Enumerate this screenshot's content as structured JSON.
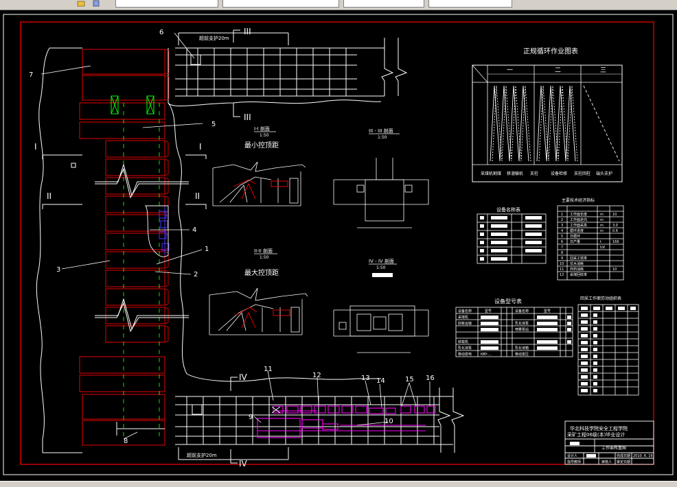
{
  "toolbar": {
    "fields": [
      "",
      "",
      "",
      "",
      "",
      ""
    ]
  },
  "drawing": {
    "labels": {
      "n1": "1",
      "n2": "2",
      "n3": "3",
      "n4": "4",
      "n5": "5",
      "n6": "6",
      "n7": "7",
      "n8": "8",
      "n9": "9",
      "n10": "10",
      "n11": "11",
      "n12": "12",
      "n13": "13",
      "n14": "14",
      "n15": "15",
      "n16": "16",
      "sec1L": "I",
      "sec1R": "I",
      "sec2L": "II",
      "sec2R": "II",
      "sec3T": "III",
      "sec3B": "III",
      "sec4T": "IV",
      "sec4B": "IV",
      "supportTop": "超前支护20m",
      "supportBottom": "超前支护20m"
    },
    "views": {
      "topView": "I-I 剖面",
      "topScale": "1:50",
      "topTitle": "最小控顶距",
      "bottomView": "II-II 剖面",
      "bottomScale": "1:50",
      "bottomTitle": "最大控顶距",
      "sec3": "III - III 剖面",
      "sec3Scale": "1:50",
      "sec4": "IV - IV 剖面",
      "sec4Scale": "1:50"
    },
    "cycleChart": {
      "title": "正规循环作业图表",
      "col1": "一",
      "col2": "二",
      "col3": "三",
      "legend": [
        "采煤机割煤",
        "移溜输机",
        "支柱",
        "设备检修",
        "支柱回柱",
        "端头支护"
      ]
    },
    "tables": {
      "equipmentName": "设备名称表",
      "techIndicators": "主要技术经济指标",
      "equipmentModel": "设备型号表",
      "laborOrg": "回采工作面劳动组织表"
    },
    "modelTable": {
      "headers": [
        "设备名称",
        "型号",
        "",
        "",
        "设备名称",
        "型号",
        "",
        ""
      ],
      "rows": [
        [
          "采煤机",
          "",
          "",
          "",
          "",
          "",
          "",
          ""
        ],
        [
          "刮板运输",
          "",
          "",
          "",
          "乳化液泵",
          "",
          "",
          ""
        ],
        [
          "",
          "",
          "",
          "",
          "喷雾泵站",
          "",
          "",
          ""
        ],
        [
          "",
          "",
          "",
          "",
          "",
          "",
          "",
          ""
        ],
        [
          "转载机",
          "",
          "",
          "",
          "",
          "",
          "",
          ""
        ],
        [
          "乳化液泵",
          "",
          "",
          "",
          "乳化液箱",
          "",
          "",
          ""
        ],
        [
          "移动变电",
          "KBY-…",
          "",
          "",
          "移动变压",
          "",
          "",
          ""
        ]
      ]
    },
    "techTable": {
      "rows": [
        [
          "1",
          "工作面长度",
          "m",
          "10"
        ],
        [
          "2",
          "工作面走向",
          "m",
          ""
        ],
        [
          "3",
          "工作面采高",
          "m",
          "3.0"
        ],
        [
          "4",
          "循环进度",
          "m",
          "0.6"
        ],
        [
          "5",
          "日循环",
          "",
          ""
        ],
        [
          "6",
          "日产量",
          "t",
          "166"
        ],
        [
          "7",
          "",
          "t/d",
          ""
        ],
        [
          "8",
          "",
          "",
          ""
        ],
        [
          "9",
          "回采工效率",
          "",
          ""
        ],
        [
          "10",
          "坑木消耗",
          "",
          ""
        ],
        [
          "11",
          "炸药消耗",
          "",
          "10"
        ],
        [
          "12",
          "采煤回收率",
          "",
          ""
        ]
      ]
    },
    "titleBlock": {
      "school": "华北科技学院安全工程学院",
      "project": "采矿工程06级(本)毕业设计",
      "drawingName": "工作面布置图",
      "designer": "设计人",
      "checker": "指导教师",
      "reviewer": "审核人",
      "dateLabel": "完成日期",
      "date": "2010. 6. 16",
      "scaleLabel": "审定日期"
    }
  },
  "colors": {
    "background": "#000000",
    "red": "#ff0000",
    "white": "#ffffff",
    "green": "#00ff00",
    "magenta": "#ff00ff",
    "blue": "#4a38ff"
  }
}
